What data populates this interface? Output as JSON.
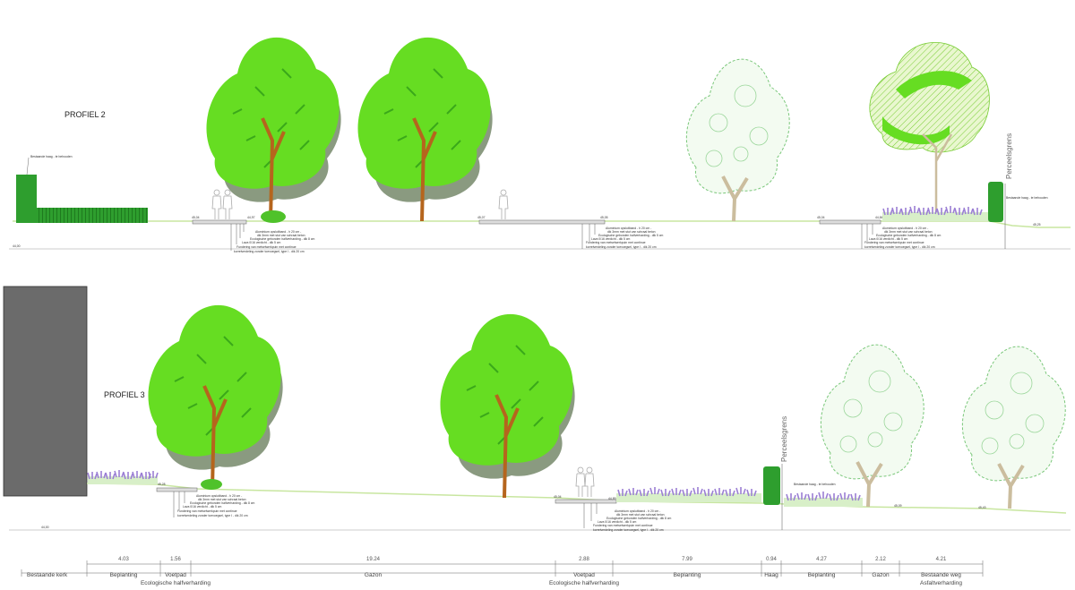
{
  "profiles": [
    {
      "title": "PROFIEL 2",
      "hedge_label": "Bestaande haag - te behouden",
      "hedge_label_right": "Bestaande haag - te behouden",
      "perceelsgrens": "Perceelsgrens",
      "ground_level": "44,00",
      "levels": [
        "45,04",
        "44,97",
        "45,07",
        "45,05",
        "45,04",
        "44,84",
        "45,04",
        "45,25"
      ],
      "callout_left": [
        "Aluminium opsluitband - h 20 cm -",
        "dik 3mm met stut van schraal beton",
        "Ecologische gebonden halfverharding - dik 8 cm",
        "Lava 0/16 verdicht - dik 5 cm",
        "Fundering van metselwerkpuin met continue",
        "korrelverdeling zonder toevoegsel, type I - dik 20 cm"
      ],
      "callout_mid": [
        "Aluminium opsluitband - h 20 cm -",
        "dik 3mm met stut van schraal beton",
        "Ecologische gebonden halfverharding - dik 5 cm",
        "Lava 0/16 verdicht - dik 5 cm",
        "Fundering van metselwerkpuin met continue",
        "korrelverdeling zonder toevoegsel, type I - dik 20 cm"
      ],
      "callout_right": [
        "Aluminium opsluitband - h 20 cm -",
        "dik 3mm met stut van schraal beton",
        "Ecologische gebonden halfverharding - dik 8 cm",
        "Lava 0/16 verdicht - dik 5 cm",
        "Fundering van metselwerkpuin met continue",
        "korrelverdeling zonder toevoegsel, type I - dik 20 cm"
      ]
    },
    {
      "title": "PROFIEL 3",
      "hedge_label": "Bestaande haag - te behouden",
      "perceelsgrens": "Perceelsgrens",
      "ground_level": "44,00",
      "levels": [
        "45,28",
        "45,04",
        "44,89",
        "45,09",
        "45,43"
      ],
      "callout_left": [
        "Aluminium opsluitband - h 20 cm -",
        "dik 3mm met stut van schraal beton",
        "Ecologische gebonden halfverharding - dik 8 cm",
        "Lava 0/16 verdicht - dik 5 cm",
        "Fundering van metselwerkpuin met continue",
        "korrelverdeling zonder toevoegsel, type I - dik 20 cm"
      ],
      "callout_mid": [
        "Aluminium opsluitband - h 20 cm -",
        "dik 3mm met stut van schraal beton",
        "Ecologische gebonden halfverharding - dik 8 cm",
        "Lava 0/16 verdicht - dik 5 cm",
        "Fundering van metselwerkpuin met continue",
        "korrelverdeling zonder toevoegsel, type I - dik 20 cm"
      ]
    }
  ],
  "dimensions": [
    {
      "value": "4.03",
      "label": "Beplanting",
      "sublabel": ""
    },
    {
      "value": "1.56",
      "label": "Voetpad",
      "sublabel": "Ecologische halfverharding"
    },
    {
      "value": "19.24",
      "label": "Gazon",
      "sublabel": ""
    },
    {
      "value": "2.88",
      "label": "Voetpad",
      "sublabel": "Ecologische halfverharding"
    },
    {
      "value": "7.99",
      "label": "Beplanting",
      "sublabel": ""
    },
    {
      "value": "0.94",
      "label": "Haag",
      "sublabel": ""
    },
    {
      "value": "4.27",
      "label": "Beplanting",
      "sublabel": ""
    },
    {
      "value": "2.12",
      "label": "Gazon",
      "sublabel": ""
    },
    {
      "value": "4.21",
      "label": "Bestaande weg",
      "sublabel": "Asfaltverharding"
    }
  ],
  "first_segment_label": "Bestaande kerk",
  "colors": {
    "tree_green": "#66dd22",
    "tree_green_dark": "#3aa81a",
    "tree_shadow": "#8a9a80",
    "trunk": "#b5651d",
    "hedge": "#2e9e2e",
    "church": "#6b6b6b",
    "ghost_tree": "#7ac77a",
    "lavender": "#9b7fd4"
  }
}
